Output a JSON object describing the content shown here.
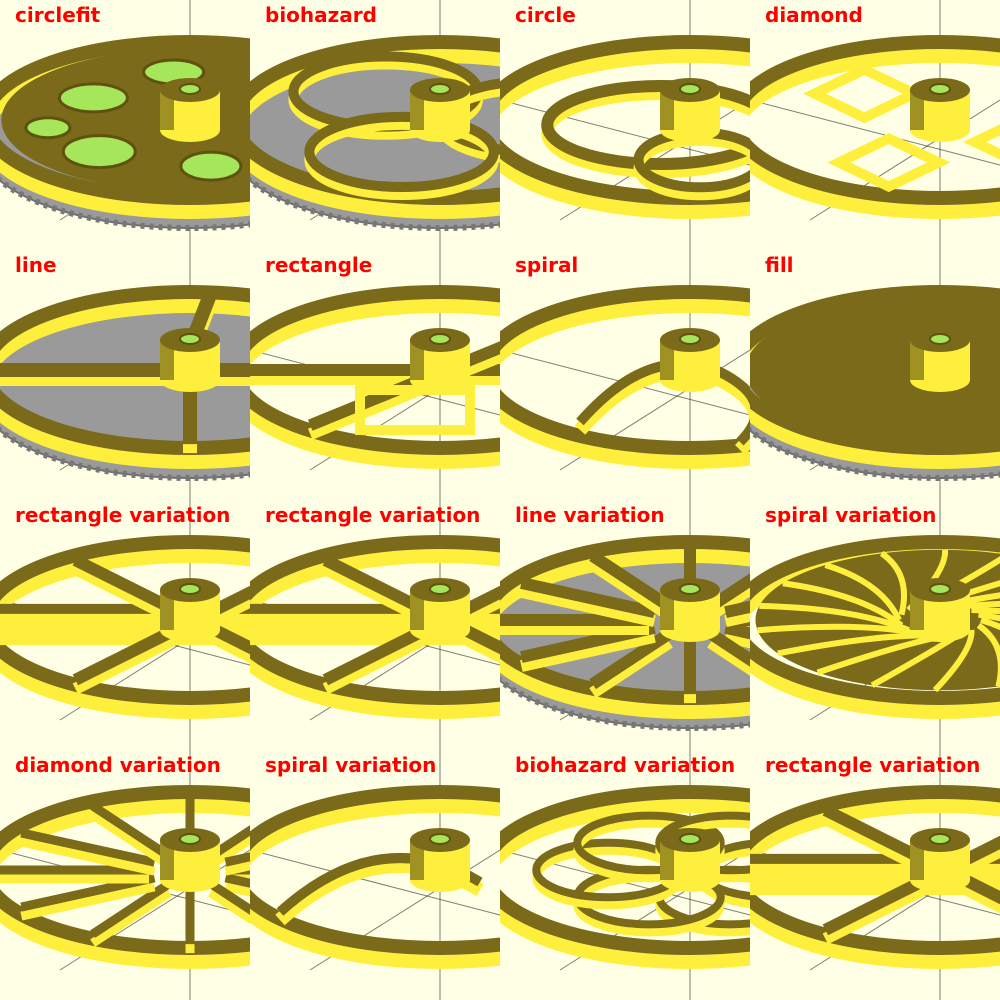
{
  "colors": {
    "background": "#ffffe6",
    "label": "#ff0000",
    "part_top": "#7a6a1a",
    "part_side": "#ffef3d",
    "part_dark": "#5f5210",
    "gear_rim": "#9a9a9a",
    "highlight_green": "#a6e65a",
    "axis_line": "#000000"
  },
  "tiles": [
    {
      "label": "circlefit",
      "pattern": "circlefit",
      "gear": true
    },
    {
      "label": "biohazard",
      "pattern": "biohazard",
      "gear": true
    },
    {
      "label": "circle",
      "pattern": "circle",
      "gear": false
    },
    {
      "label": "diamond",
      "pattern": "diamond",
      "gear": false
    },
    {
      "label": "line",
      "pattern": "line",
      "gear": true
    },
    {
      "label": "rectangle",
      "pattern": "rectangle",
      "gear": false
    },
    {
      "label": "spiral",
      "pattern": "spiral",
      "gear": false
    },
    {
      "label": "fill",
      "pattern": "fill",
      "gear": true
    },
    {
      "label": "rectangle variation",
      "pattern": "rectangle2",
      "gear": false
    },
    {
      "label": "rectangle variation",
      "pattern": "rectangle3",
      "gear": false
    },
    {
      "label": "line variation",
      "pattern": "linevar",
      "gear": true
    },
    {
      "label": "spiral variation",
      "pattern": "spiralvar",
      "gear": false
    },
    {
      "label": "diamond variation",
      "pattern": "diamondvar",
      "gear": false
    },
    {
      "label": "spiral variation",
      "pattern": "spiral2",
      "gear": false
    },
    {
      "label": "biohazard variation",
      "pattern": "biovar",
      "gear": false
    },
    {
      "label": "rectangle variation",
      "pattern": "rectangle4",
      "gear": false
    }
  ]
}
